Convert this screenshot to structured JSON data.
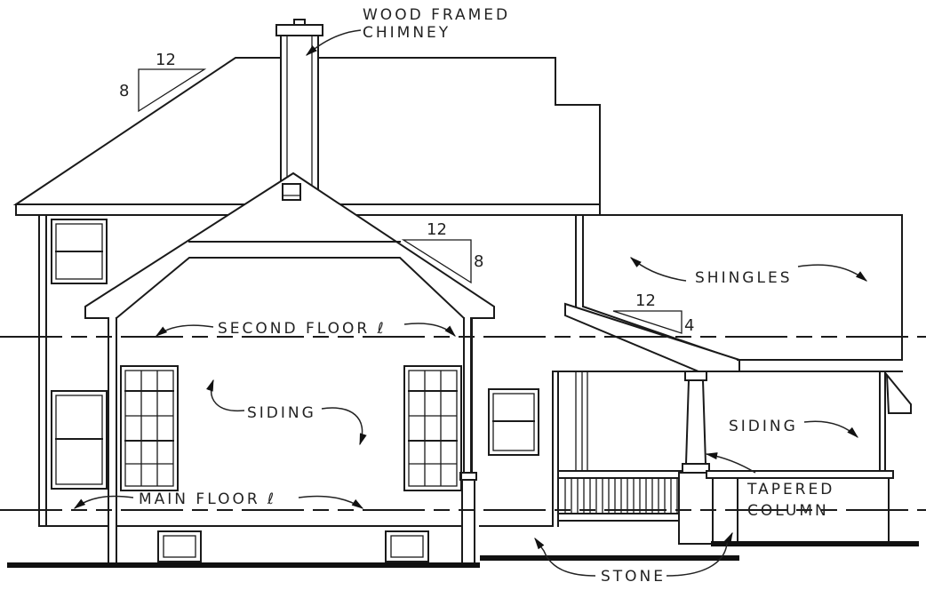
{
  "drawing": {
    "type": "side elevation",
    "line_color": "#1a1a1a",
    "background": "#ffffff"
  },
  "labels": {
    "chimney_line1": "WOOD FRAMED",
    "chimney_line2": "CHIMNEY",
    "shingles": "SHINGLES",
    "second_floor": "SECOND FLOOR ℓ",
    "main_floor": "MAIN FLOOR ℓ",
    "siding_left": "SIDING",
    "siding_right": "SIDING",
    "tapered_line1": "TAPERED",
    "tapered_line2": "COLUMN",
    "stone": "STONE"
  },
  "roof_pitches": [
    {
      "id": "main-roof",
      "run": "12",
      "rise": "8"
    },
    {
      "id": "gable-roof",
      "run": "12",
      "rise": "8"
    },
    {
      "id": "porch-roof",
      "run": "12",
      "rise": "4"
    }
  ]
}
